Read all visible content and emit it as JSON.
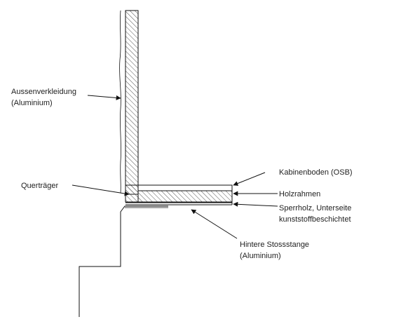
{
  "labels": {
    "aussenverkleidung_1": "Aussenverkleidung",
    "aussenverkleidung_2": "(Aluminium)",
    "quertraeger": "Querträger",
    "kabinenboden": "Kabinenboden (OSB)",
    "holzrahmen": "Holzrahmen",
    "sperrholz_1": "Sperrholz, Unterseite",
    "sperrholz_2": "kunststoffbeschichtet",
    "stossstange_1": "Hintere Stossstange",
    "stossstange_2": "(Aluminium)"
  },
  "colors": {
    "stroke": "#111111",
    "hatch": "#555555",
    "text": "#222222"
  }
}
